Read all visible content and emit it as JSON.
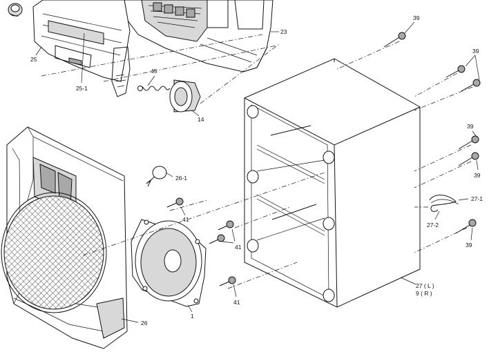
{
  "diagram": {
    "parts": [
      {
        "id": "p23",
        "ref": "23"
      },
      {
        "id": "p25",
        "ref": "25"
      },
      {
        "id": "p25_1",
        "ref": "25-1"
      },
      {
        "id": "p45",
        "ref": "45"
      },
      {
        "id": "p14",
        "ref": "14"
      },
      {
        "id": "p26",
        "ref": "26"
      },
      {
        "id": "p26_1",
        "ref": "26-1"
      },
      {
        "id": "p1",
        "ref": "1"
      },
      {
        "id": "p41",
        "ref": "41"
      },
      {
        "id": "p39",
        "ref": "39"
      },
      {
        "id": "p27_1",
        "ref": "27-1"
      },
      {
        "id": "p27_2",
        "ref": "27-2"
      },
      {
        "id": "p27",
        "ref": "27 ( L )"
      },
      {
        "id": "p9",
        "ref": "9 ( R )"
      }
    ]
  }
}
